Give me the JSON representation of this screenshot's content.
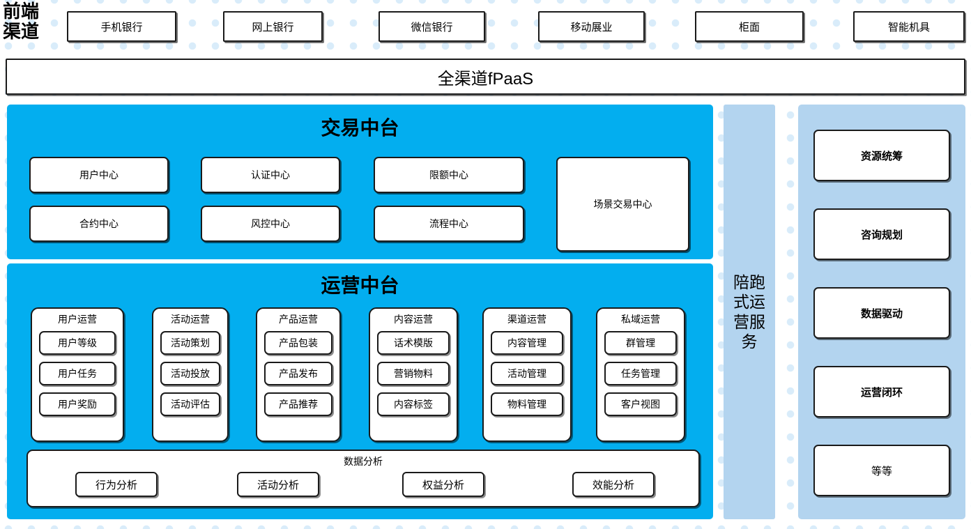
{
  "front_channel": {
    "label": "前端\n渠道",
    "label_line1": "前端",
    "label_line2": "渠道",
    "boxes": [
      {
        "label": "手机银行"
      },
      {
        "label": "网上银行"
      },
      {
        "label": "微信银行"
      },
      {
        "label": "移动展业"
      },
      {
        "label": "柜面"
      },
      {
        "label": "智能机具"
      }
    ]
  },
  "platform_band": {
    "label": "全渠道fPaaS"
  },
  "trade_center": {
    "title": "交易中台",
    "left_boxes": [
      {
        "label": "用户中心"
      },
      {
        "label": "认证中心"
      },
      {
        "label": "限额中心"
      },
      {
        "label": "合约中心"
      },
      {
        "label": "风控中心"
      },
      {
        "label": "流程中心"
      }
    ],
    "scene_box": {
      "label": "场景交易中心"
    }
  },
  "ops_center": {
    "title": "运营中台",
    "columns": [
      {
        "title": "用户运营",
        "items": [
          "用户等级",
          "用户任务",
          "用户奖励"
        ]
      },
      {
        "title": "活动运营",
        "items": [
          "活动策划",
          "活动投放",
          "活动评估"
        ]
      },
      {
        "title": "产品运营",
        "items": [
          "产品包装",
          "产品发布",
          "产品推荐"
        ]
      },
      {
        "title": "内容运营",
        "items": [
          "话术模版",
          "营销物料",
          "内容标签"
        ]
      },
      {
        "title": "渠道运营",
        "items": [
          "内容管理",
          "活动管理",
          "物料管理"
        ]
      },
      {
        "title": "私域运营",
        "items": [
          "群管理",
          "任务管理",
          "客户视图"
        ]
      }
    ],
    "data_analysis": {
      "title": "数据分析",
      "items": [
        "行为分析",
        "活动分析",
        "权益分析",
        "效能分析"
      ]
    }
  },
  "service_rail": {
    "label": "陪跑式运营服务"
  },
  "capability_column": {
    "items": [
      {
        "label": "资源统筹",
        "bold": true
      },
      {
        "label": "咨询规划",
        "bold": true
      },
      {
        "label": "数据驱动",
        "bold": true
      },
      {
        "label": "运营闭环",
        "bold": true
      },
      {
        "label": "等等",
        "bold": false
      }
    ]
  },
  "colors": {
    "primary_blue": "#03AEEF",
    "light_blue": "#B3D4EF",
    "dot_blue": "#D9ECFA",
    "outline": "#1A1A1A",
    "white": "#FFFFFF"
  }
}
